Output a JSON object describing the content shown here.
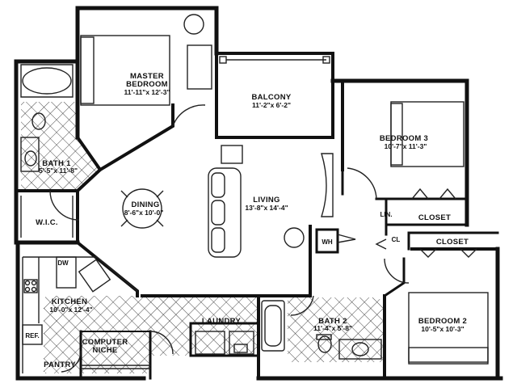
{
  "rooms": {
    "master_bedroom": {
      "name_line1": "MASTER",
      "name_line2": "BEDROOM",
      "dims": "11'-11\"x 12'-3\""
    },
    "balcony": {
      "name": "BALCONY",
      "dims": "11'-2\"x 6'-2\""
    },
    "bedroom3": {
      "name": "BEDROOM 3",
      "dims": "10'-7\"x 11'-3\""
    },
    "bath1": {
      "name": "BATH 1",
      "dims": "5'-5\"x 11'-8\""
    },
    "dining": {
      "name": "DINING",
      "dims": "8'-6\"x 10'-0\""
    },
    "living": {
      "name": "LIVING",
      "dims": "13'-8\"x 14'-4\""
    },
    "wic": {
      "name": "W.I.C."
    },
    "kitchen": {
      "name": "KITCHEN",
      "dims": "10'-0\"x 12'-4\""
    },
    "laundry": {
      "name": "LAUNDRY"
    },
    "bath2": {
      "name": "BATH 2",
      "dims": "11'-4\"x 5'-8\""
    },
    "bedroom2": {
      "name": "BEDROOM 2",
      "dims": "10'-5\"x 10'-3\""
    },
    "computer_niche": {
      "name_line1": "COMPUTER",
      "name_line2": "NICHE"
    },
    "pantry": {
      "name": "PANTRY"
    }
  },
  "labels": {
    "dw": "DW",
    "ref": "REF.",
    "wh": "WH",
    "lin": "LIN.",
    "cl": "CL",
    "closet_upper": "CLOSET",
    "closet_lower": "CLOSET"
  },
  "colors": {
    "wall": "#111111",
    "line": "#222222",
    "background": "#ffffff"
  }
}
